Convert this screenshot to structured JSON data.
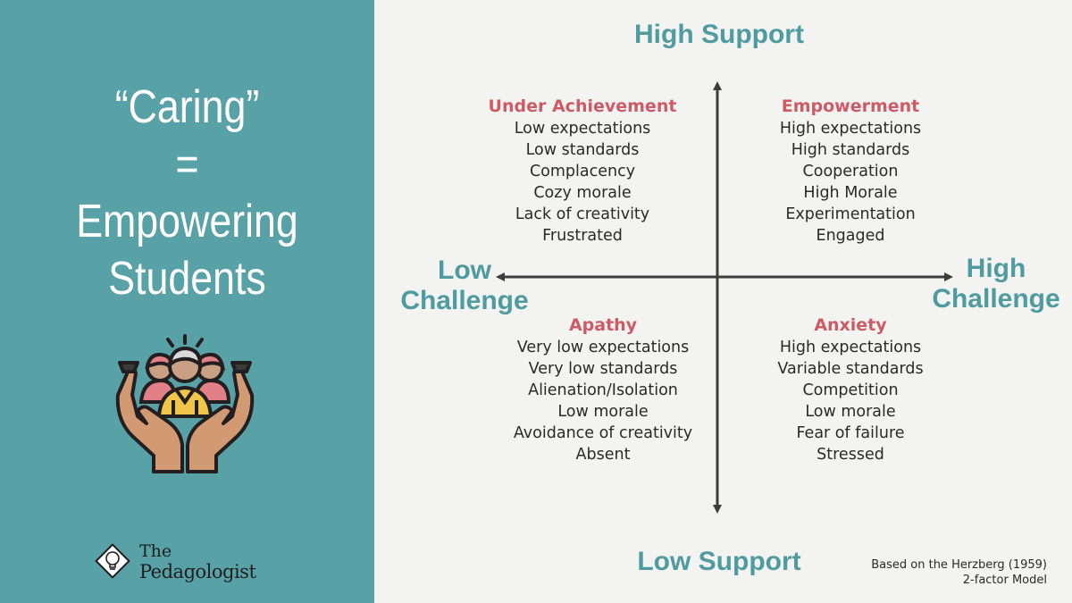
{
  "headline": {
    "line1": "“Caring”",
    "line2": "=",
    "line3": "Empowering",
    "line4": "Students"
  },
  "brand": {
    "line1": "The",
    "line2": "Pedagologist",
    "icon": "lightbulb-diamond-icon"
  },
  "illustration": {
    "icon": "hands-holding-people-icon"
  },
  "axes": {
    "top": "High Support",
    "bottom": "Low Support",
    "left_line1": "Low",
    "left_line2": "Challenge",
    "right_line1": "High",
    "right_line2": "Challenge"
  },
  "quadrants": {
    "top_left": {
      "title": "Under Achievement",
      "items": [
        "Low expectations",
        "Low standards",
        "Complacency",
        "Cozy morale",
        "Lack of creativity",
        "Frustrated"
      ]
    },
    "top_right": {
      "title": "Empowerment",
      "items": [
        "High expectations",
        "High standards",
        "Cooperation",
        "High Morale",
        "Experimentation",
        "Engaged"
      ]
    },
    "bottom_left": {
      "title": "Apathy",
      "items": [
        "Very low expectations",
        "Very low standards",
        "Alienation/Isolation",
        "Low morale",
        "Avoidance of creativity",
        "Absent"
      ]
    },
    "bottom_right": {
      "title": "Anxiety",
      "items": [
        "High expectations",
        "Variable standards",
        "Competition",
        "Low morale",
        "Fear of failure",
        "Stressed"
      ]
    }
  },
  "citation": {
    "line1": "Based on the Herzberg (1959)",
    "line2": "2-factor Model"
  },
  "colors": {
    "panel": "#58a1a6",
    "axis_label": "#4f9ba0",
    "quadrant_title": "#cc5b66",
    "background": "#f3f3f2"
  }
}
